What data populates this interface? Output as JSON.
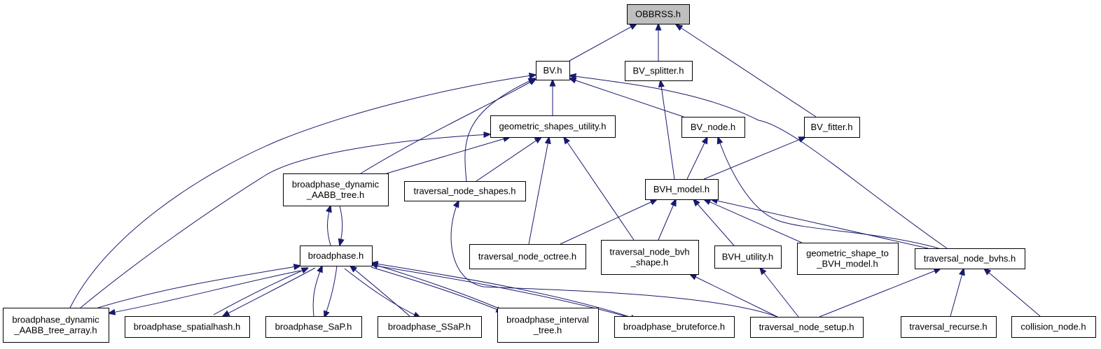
{
  "colors": {
    "edge": "#191970",
    "root_fill": "#bfbfbf",
    "node_fill": "#ffffff",
    "border": "#000000"
  },
  "nodes": {
    "obbrss": {
      "lines": [
        "OBBRSS.h"
      ]
    },
    "bv": {
      "lines": [
        "BV.h"
      ]
    },
    "bv_splitter": {
      "lines": [
        "BV_splitter.h"
      ]
    },
    "geometric_shapes_utility": {
      "lines": [
        "geometric_shapes_utility.h"
      ]
    },
    "bv_node": {
      "lines": [
        "BV_node.h"
      ]
    },
    "bv_fitter": {
      "lines": [
        "BV_fitter.h"
      ]
    },
    "broadphase_dynamic_aabb_tree": {
      "lines": [
        "broadphase_dynamic",
        "_AABB_tree.h"
      ]
    },
    "traversal_node_shapes": {
      "lines": [
        "traversal_node_shapes.h"
      ]
    },
    "bvh_model": {
      "lines": [
        "BVH_model.h"
      ]
    },
    "broadphase": {
      "lines": [
        "broadphase.h"
      ]
    },
    "traversal_node_octree": {
      "lines": [
        "traversal_node_octree.h"
      ]
    },
    "traversal_node_bvh_shape": {
      "lines": [
        "traversal_node_bvh",
        "_shape.h"
      ]
    },
    "bvh_utility": {
      "lines": [
        "BVH_utility.h"
      ]
    },
    "geometric_shape_to_bvh_model": {
      "lines": [
        "geometric_shape_to",
        "_BVH_model.h"
      ]
    },
    "traversal_node_bvhs": {
      "lines": [
        "traversal_node_bvhs.h"
      ]
    },
    "broadphase_dynamic_aabb_tree_array": {
      "lines": [
        "broadphase_dynamic",
        "_AABB_tree_array.h"
      ]
    },
    "broadphase_spatialhash": {
      "lines": [
        "broadphase_spatialhash.h"
      ]
    },
    "broadphase_sap": {
      "lines": [
        "broadphase_SaP.h"
      ]
    },
    "broadphase_ssap": {
      "lines": [
        "broadphase_SSaP.h"
      ]
    },
    "broadphase_interval_tree": {
      "lines": [
        "broadphase_interval",
        "_tree.h"
      ]
    },
    "broadphase_bruteforce": {
      "lines": [
        "broadphase_bruteforce.h"
      ]
    },
    "traversal_node_setup": {
      "lines": [
        "traversal_node_setup.h"
      ]
    },
    "traversal_recurse": {
      "lines": [
        "traversal_recurse.h"
      ]
    },
    "collision_node": {
      "lines": [
        "collision_node.h"
      ]
    }
  }
}
